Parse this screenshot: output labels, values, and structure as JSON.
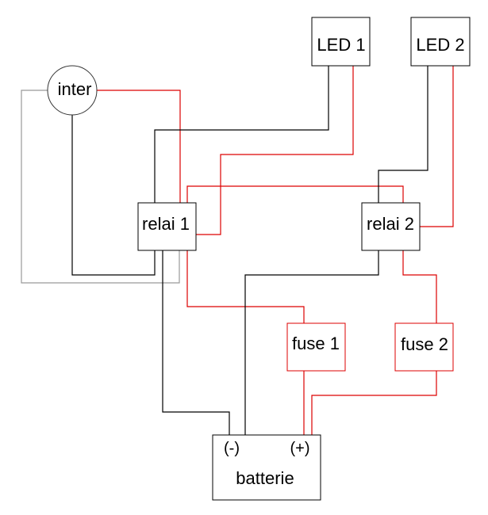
{
  "diagram": {
    "title": "Wiring diagram",
    "colors": {
      "wire_black": "#000000",
      "wire_red": "#dd0000",
      "wire_gray": "#999999",
      "box_stroke": "#000000",
      "fuse_stroke": "#dd0000"
    },
    "components": {
      "inter": "inter",
      "led1": "LED 1",
      "led2": "LED 2",
      "relai1": "relai 1",
      "relai2": "relai 2",
      "fuse1": "fuse 1",
      "fuse2": "fuse 2",
      "batterie": "batterie",
      "batterie_neg": "(-)",
      "batterie_pos": "(+)"
    },
    "connections": [
      {
        "from": "inter",
        "to": "relai 1",
        "color": "red"
      },
      {
        "from": "inter",
        "to": "relai 1",
        "color": "black"
      },
      {
        "from": "inter",
        "to": "relai 1",
        "color": "gray"
      },
      {
        "from": "LED 1",
        "to": "relai 1",
        "color": "black"
      },
      {
        "from": "LED 1",
        "to": "relai 1",
        "color": "red"
      },
      {
        "from": "LED 2",
        "to": "relai 2",
        "color": "black"
      },
      {
        "from": "LED 2",
        "to": "relai 2",
        "color": "red"
      },
      {
        "from": "relai 1",
        "to": "relai 2",
        "color": "red"
      },
      {
        "from": "relai 1",
        "to": "fuse 1",
        "color": "red"
      },
      {
        "from": "relai 2",
        "to": "fuse 2",
        "color": "red"
      },
      {
        "from": "relai 1",
        "to": "batterie (-)",
        "color": "black"
      },
      {
        "from": "relai 2",
        "to": "batterie (-)",
        "color": "black"
      },
      {
        "from": "fuse 1",
        "to": "batterie (+)",
        "color": "red"
      },
      {
        "from": "fuse 2",
        "to": "batterie (+)",
        "color": "red"
      }
    ]
  }
}
